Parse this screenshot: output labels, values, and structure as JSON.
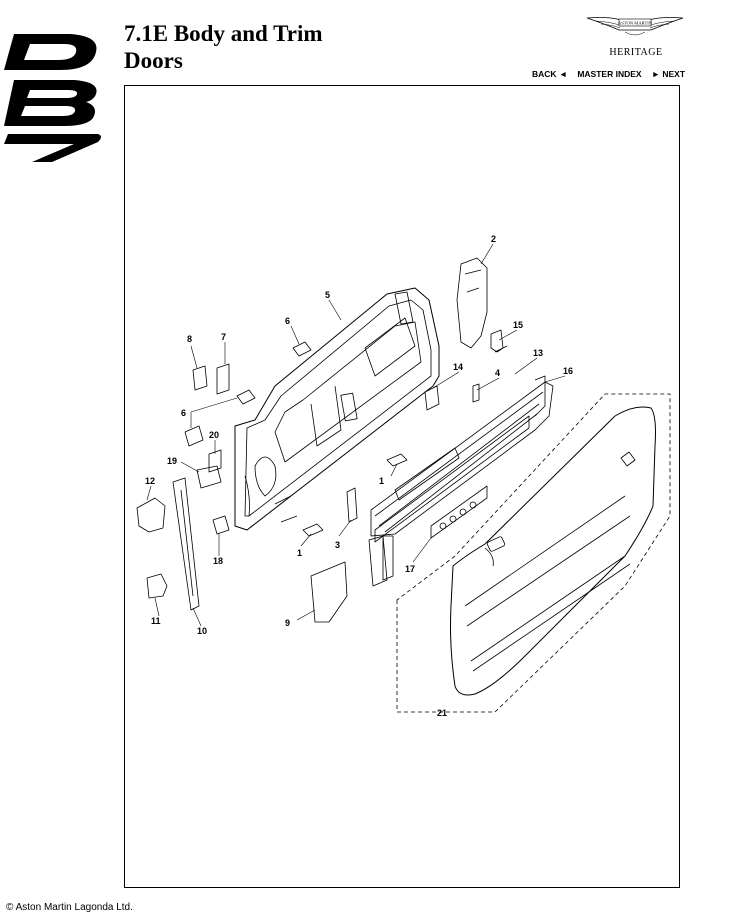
{
  "header": {
    "section_title": "7.1E  Body and Trim",
    "section_subtitle": "Doors",
    "brand_heritage": "HERITAGE",
    "brand_name": "ASTON MARTIN"
  },
  "nav": {
    "back": "BACK ◄",
    "master_index": "MASTER INDEX",
    "next": "► NEXT"
  },
  "callouts": [
    "1",
    "1",
    "2",
    "3",
    "4",
    "5",
    "6",
    "6",
    "7",
    "8",
    "9",
    "10",
    "11",
    "12",
    "13",
    "14",
    "15",
    "16",
    "17",
    "18",
    "19",
    "20",
    "21"
  ],
  "footer": {
    "copyright": "© Aston Martin Lagonda Ltd."
  }
}
